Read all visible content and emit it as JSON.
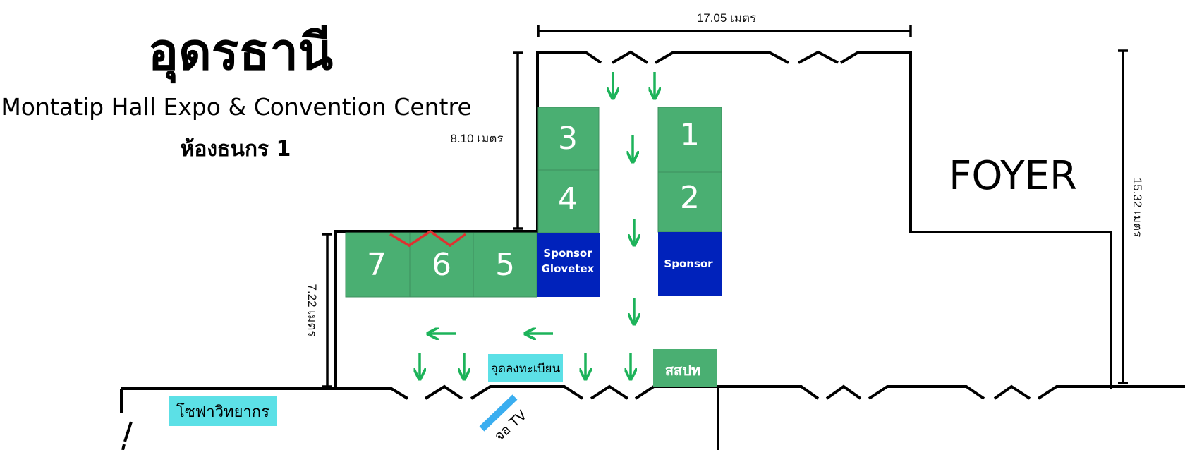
{
  "header": {
    "title": "อุดรธานี",
    "venue": "Montatip Hall Expo & Convention Centre",
    "room": "ห้องธนกร 1"
  },
  "foyer_label": "FOYER",
  "dimensions": {
    "top_width": "17.05 เมตร",
    "upper_height": "8.10 เมตร",
    "lower_height": "7.22 เมตร",
    "right_height": "15.32 เมตร"
  },
  "booths": [
    {
      "id": "booth-1",
      "label": "1"
    },
    {
      "id": "booth-2",
      "label": "2"
    },
    {
      "id": "booth-3",
      "label": "3"
    },
    {
      "id": "booth-4",
      "label": "4"
    },
    {
      "id": "booth-5",
      "label": "5"
    },
    {
      "id": "booth-6",
      "label": "6"
    },
    {
      "id": "booth-7",
      "label": "7"
    }
  ],
  "sponsors": {
    "glovetex_line1": "Sponsor",
    "glovetex_line2": "Glovetex",
    "right": "Sponsor"
  },
  "registration": "จุดลงทะเบียน",
  "sspn": "สสปท",
  "speaker_sofa": "โซฟาวิทยากร",
  "tv_screen": "จอ TV",
  "colors": {
    "booth_green": "#4aaf72",
    "sponsor_blue": "#0022bb",
    "arrow_green": "#1db35a",
    "label_cyan": "#5ce0e6",
    "tv_blue": "#3aaef0",
    "door_red": "#e03030",
    "wall": "#000000"
  }
}
